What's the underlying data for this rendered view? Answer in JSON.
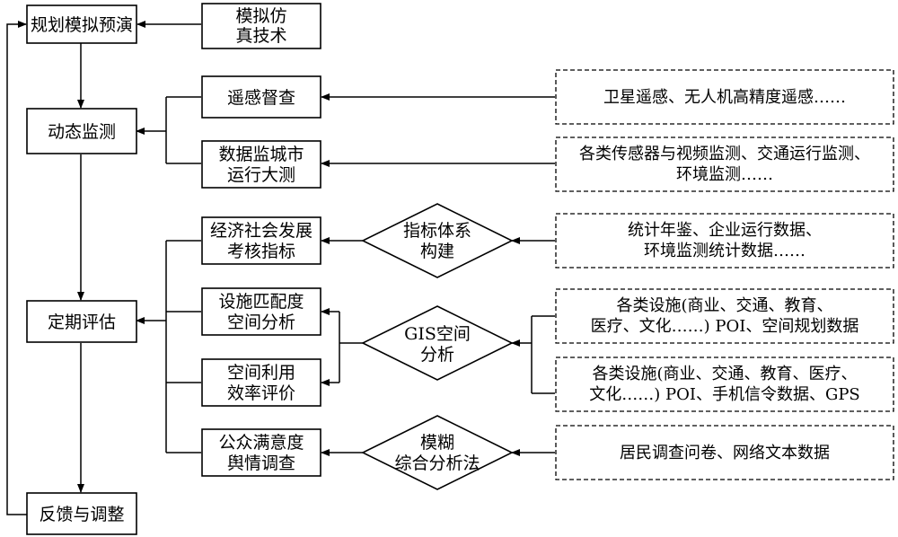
{
  "nodes": {
    "guihua": {
      "lines": [
        "规划模拟预演"
      ]
    },
    "moni": {
      "lines": [
        "模拟仿",
        "真技术"
      ]
    },
    "dongtai": {
      "lines": [
        "动态监测"
      ]
    },
    "yaogan": {
      "lines": [
        "遥感督查"
      ]
    },
    "shuju": {
      "lines": [
        "数据监城市",
        "运行大测"
      ]
    },
    "dingqi": {
      "lines": [
        "定期评估"
      ]
    },
    "jingji": {
      "lines": [
        "经济社会发展",
        "考核指标"
      ]
    },
    "sheshi": {
      "lines": [
        "设施匹配度",
        "空间分析"
      ]
    },
    "kongjian": {
      "lines": [
        "空间利用",
        "效率评价"
      ]
    },
    "gongzhong": {
      "lines": [
        "公众满意度",
        "舆情调查"
      ]
    },
    "fankui": {
      "lines": [
        "反馈与调整"
      ]
    }
  },
  "methods": {
    "zhibiao": {
      "lines": [
        "指标体系",
        "构建"
      ]
    },
    "gis": {
      "lines": [
        "GIS空间",
        "分析"
      ]
    },
    "mohu": {
      "lines": [
        "模糊",
        "综合分析法"
      ]
    }
  },
  "sources": {
    "weixing": {
      "lines": [
        "卫星遥感、无人机高精度遥感……"
      ]
    },
    "chuanganqi": {
      "lines": [
        "各类传感器与视频监测、交通运行监测、",
        "环境监测……"
      ]
    },
    "tongji": {
      "lines": [
        "统计年鉴、企业运行数据、",
        "环境监测统计数据……"
      ]
    },
    "sheshi1": {
      "lines": [
        "各类设施(商业、交通、教育、",
        "医疗、文化……) POI、空间规划数据"
      ]
    },
    "sheshi2": {
      "lines": [
        "各类设施(商业、交通、教育、医疗、",
        "文化……) POI、手机信令数据、GPS"
      ]
    },
    "jumin": {
      "lines": [
        "居民调查问卷、网络文本数据"
      ]
    }
  }
}
